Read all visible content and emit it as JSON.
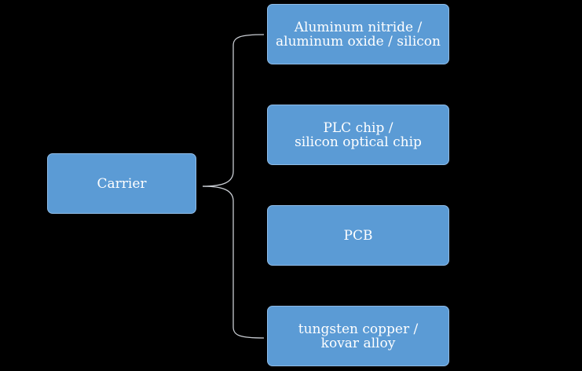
{
  "diagram": {
    "root": {
      "label": "Carrier"
    },
    "children": [
      {
        "lines": [
          "Aluminum nitride /",
          "aluminum oxide / silicon"
        ]
      },
      {
        "lines": [
          "PLC chip /",
          "silicon optical chip"
        ]
      },
      {
        "lines": [
          "PCB"
        ]
      },
      {
        "lines": [
          "tungsten copper /",
          "kovar alloy"
        ]
      }
    ],
    "colors": {
      "background": "#000000",
      "node_fill": "#5b9bd5",
      "node_border": "#8fbbe6",
      "connector": "#c8ccd2",
      "text": "#ffffff"
    }
  }
}
